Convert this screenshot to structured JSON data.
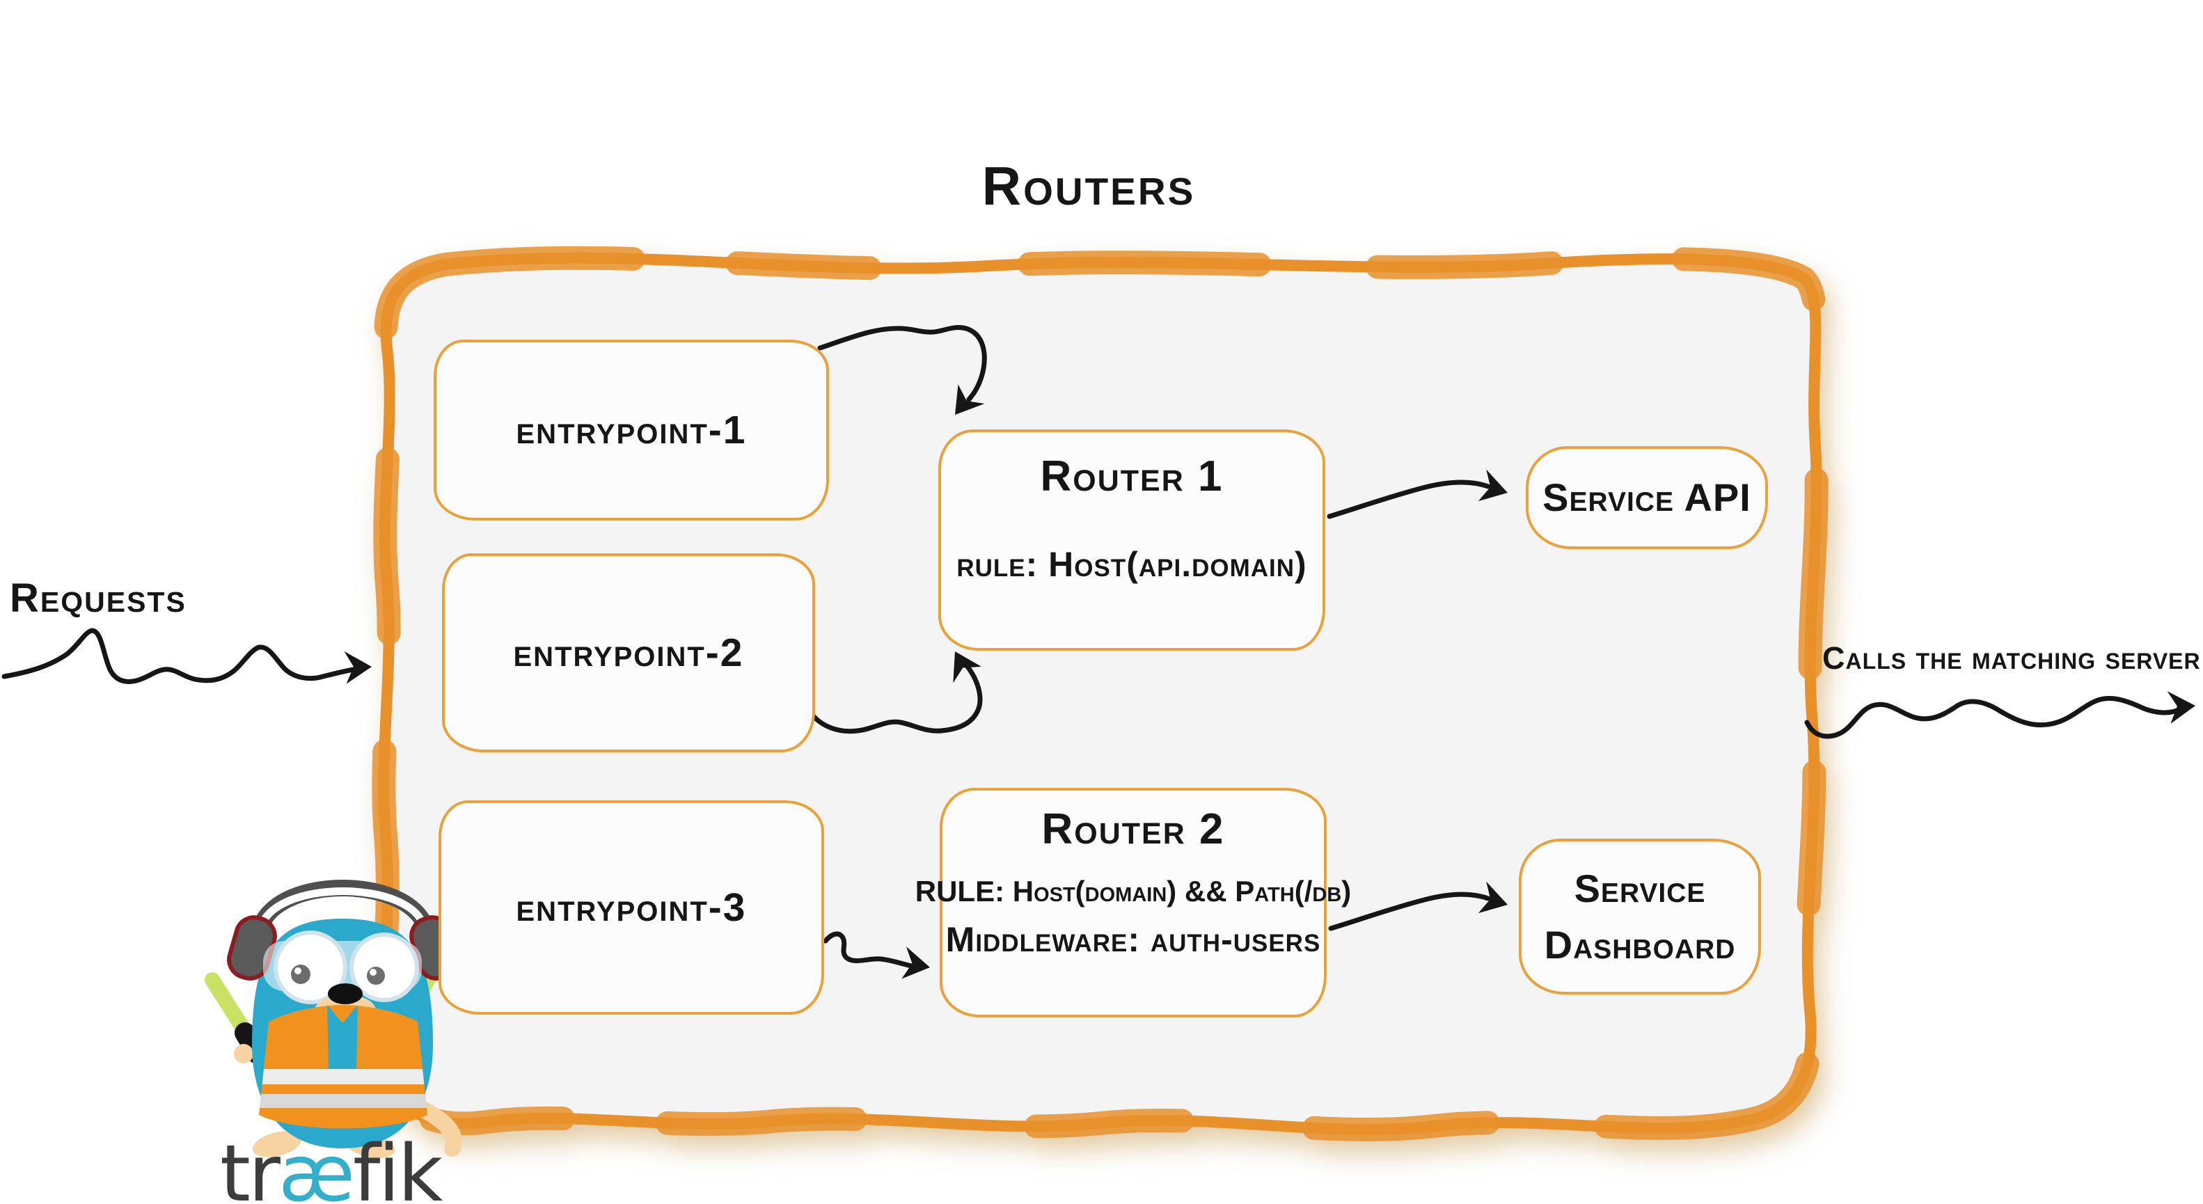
{
  "title": "Routers",
  "labels": {
    "requests": "Requests",
    "calls": "Calls the matching server"
  },
  "container": {
    "border_color": "#e8912c",
    "fill_color": "#f4f4f4",
    "shadow_color": "#c79a4b"
  },
  "entrypoints": [
    {
      "label": "entrypoint-1"
    },
    {
      "label": "entrypoint-2"
    },
    {
      "label": "entrypoint-3"
    }
  ],
  "routers": [
    {
      "title": "Router 1",
      "rule": "rule: Host(api.domain)"
    },
    {
      "title": "Router 2",
      "rule": "RULE: Host(domain) && Path(/db)",
      "middleware": "Middleware: auth-users"
    }
  ],
  "services": [
    {
      "label": "Service API"
    },
    {
      "label": "Service Dashboard"
    }
  ],
  "logo": {
    "part1": "tr",
    "part2": "æ",
    "part3": "fik",
    "accent_color": "#35aecc",
    "text_color": "#3c3c3c",
    "mascot": "traefik-gopher"
  },
  "colors": {
    "box_border": "#e9a23b",
    "ink": "#161616",
    "gopher_teal": "#2ba9cc",
    "vest_orange": "#f2921e",
    "baton_green": "#c9e265"
  }
}
